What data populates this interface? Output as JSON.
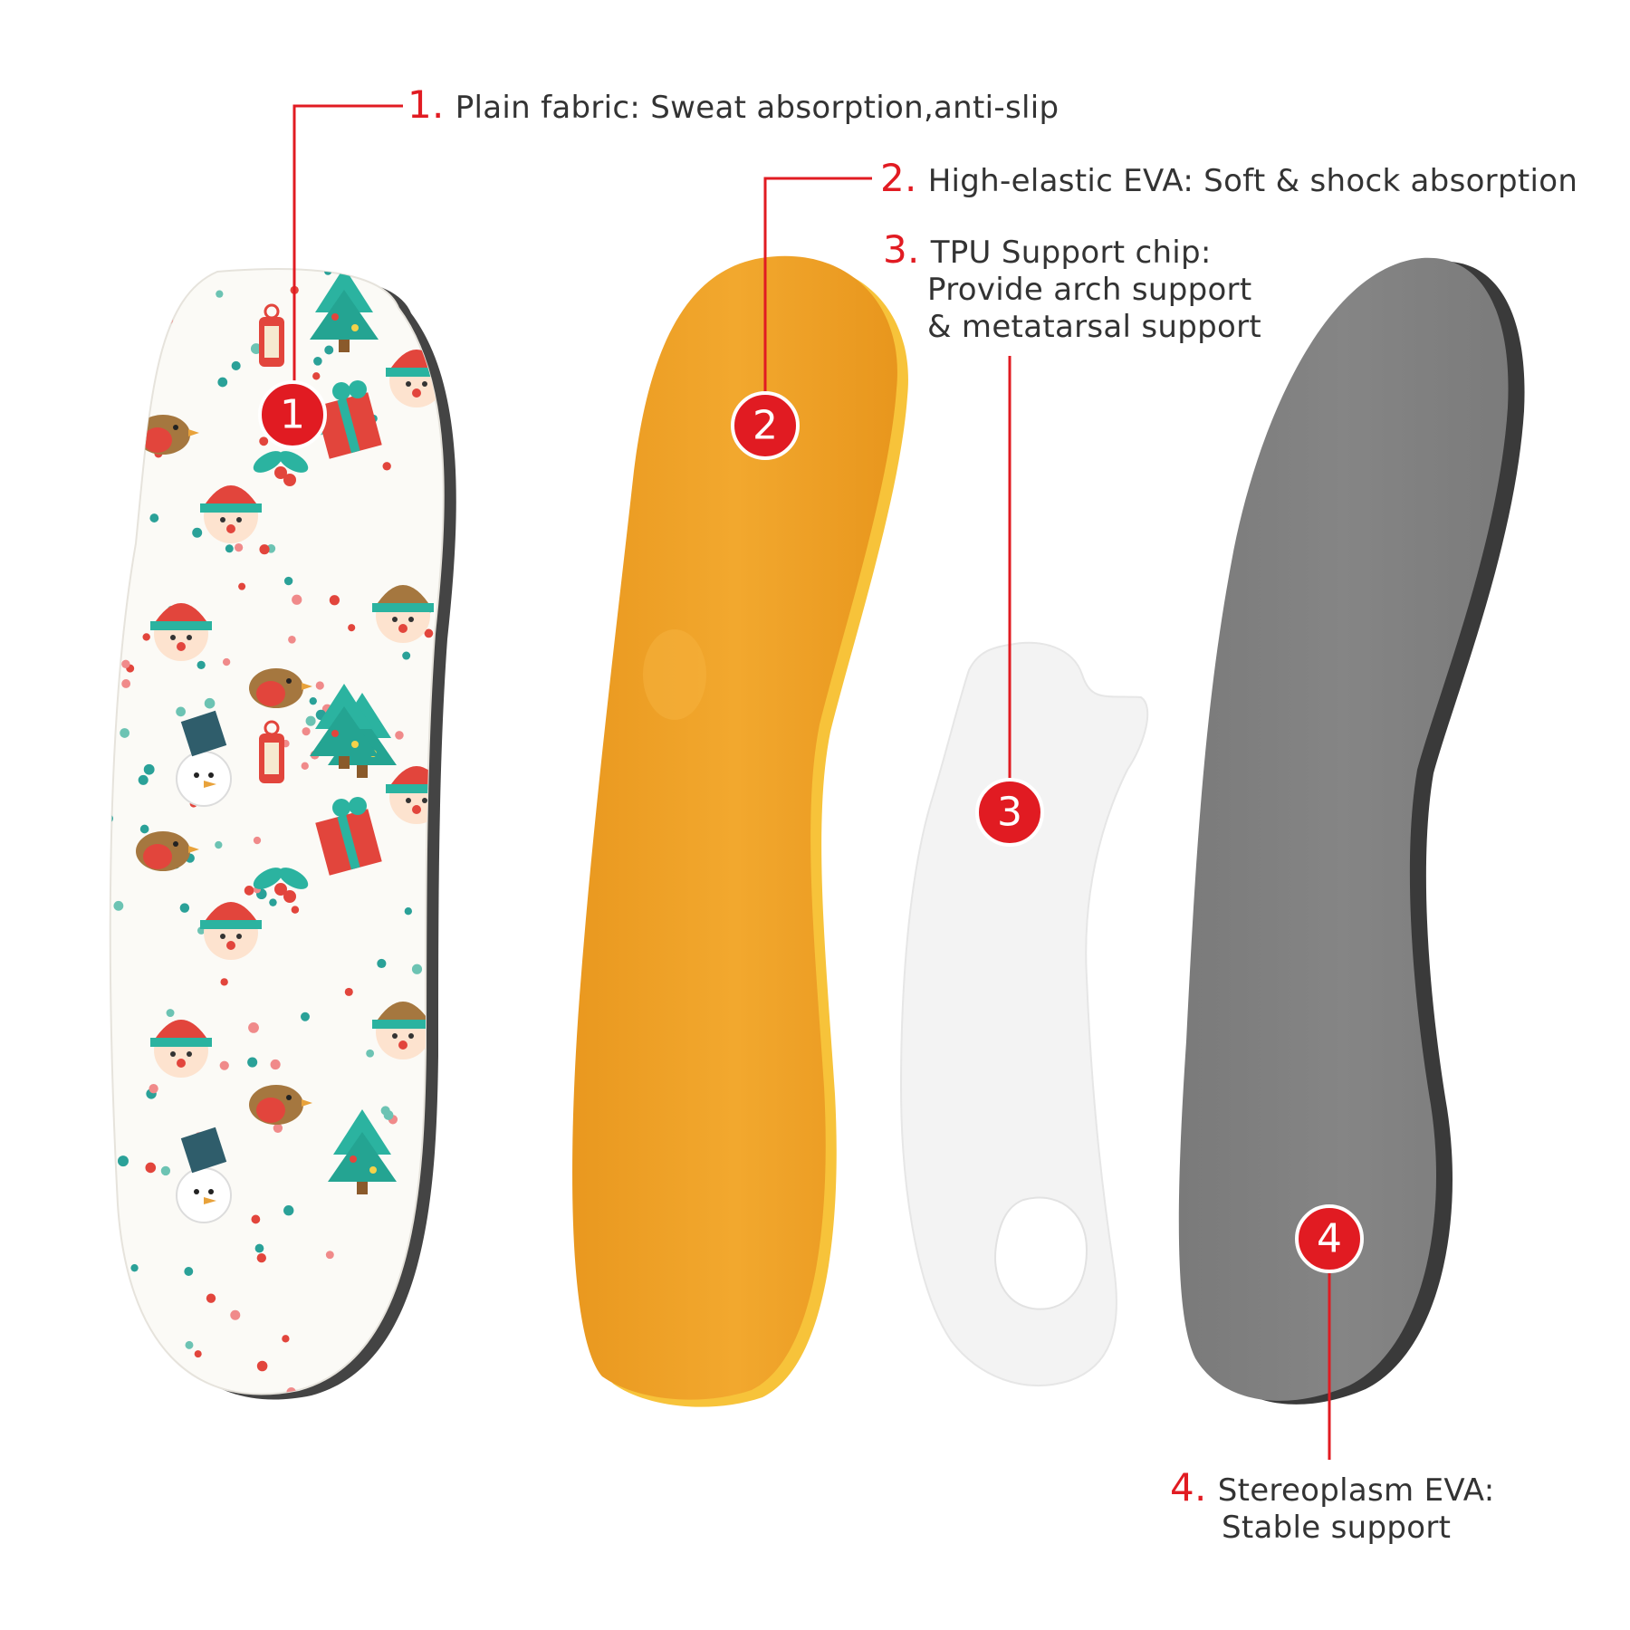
{
  "layers": [
    {
      "number": "1.",
      "badge": "1",
      "lines": [
        "Plain fabric: Sweat absorption,anti-slip"
      ],
      "color": "#e11b22"
    },
    {
      "number": "2.",
      "badge": "2",
      "lines": [
        "High-elastic EVA: Soft & shock absorption"
      ],
      "color": "#e11b22"
    },
    {
      "number": "3.",
      "badge": "3",
      "lines": [
        "TPU Support chip:",
        "Provide arch support",
        "& metatarsal support"
      ],
      "color": "#e11b22"
    },
    {
      "number": "4.",
      "badge": "4",
      "lines": [
        "Stereoplasm EVA:",
        "Stable support"
      ],
      "color": "#e11b22"
    }
  ],
  "colors": {
    "accent": "#e11b22",
    "fabric": "#fbfaf6",
    "eva_orange": "#f0a52a",
    "tpu": "#f2f2f2",
    "stereoplasm_gray": "#808080"
  },
  "icons": [
    "holly-icon",
    "elf-icon",
    "santa-icon",
    "reindeer-icon",
    "robin-icon",
    "snowman-icon",
    "lantern-icon",
    "gift-icon",
    "christmas-tree-icon"
  ]
}
